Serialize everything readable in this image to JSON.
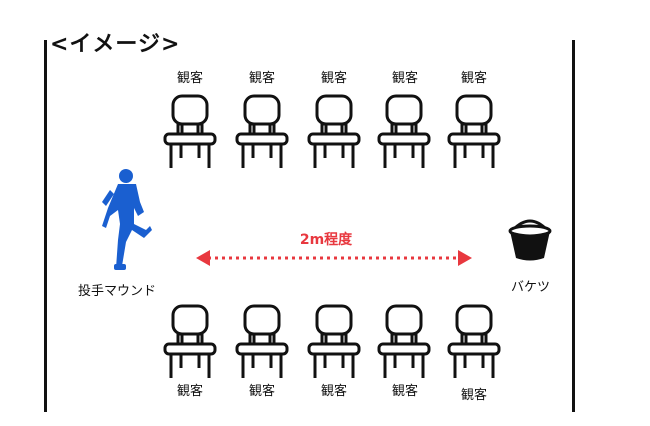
{
  "title": "<イメージ>",
  "top_row_labels": [
    "観客",
    "観客",
    "観客",
    "観客",
    "観客"
  ],
  "bottom_row_labels": [
    "観客",
    "観客",
    "観客",
    "観客",
    "観客"
  ],
  "pitcher_label": "投手マウンド",
  "bucket_label": "バケツ",
  "distance_label": "2m程度",
  "colors": {
    "accent": "#e8383f",
    "pitcher": "#1a5fd0",
    "stroke": "#111111"
  },
  "icons": {
    "chair": "chair-icon",
    "pitcher": "pitcher-icon",
    "bucket": "bucket-icon",
    "arrow": "double-arrow-icon"
  }
}
